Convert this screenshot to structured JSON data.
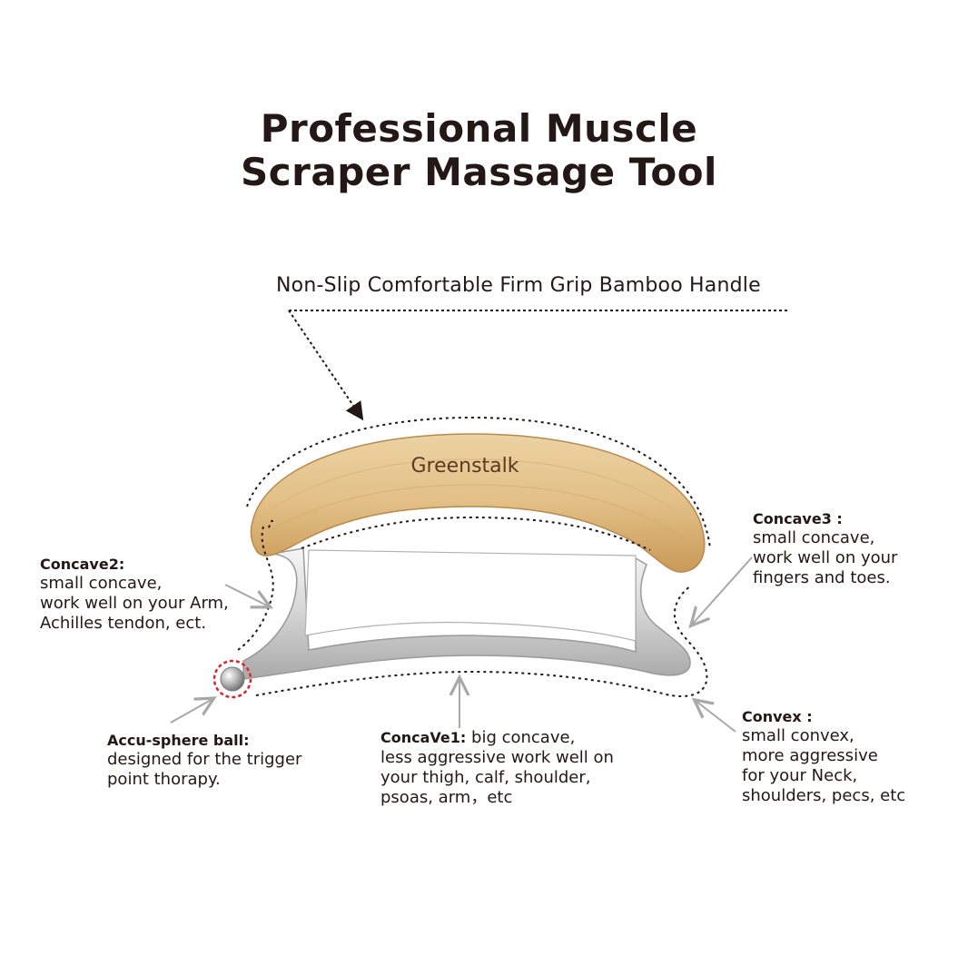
{
  "title": {
    "line1": "Professional Muscle",
    "line2": "Scraper Massage Tool"
  },
  "handle_label": "Non-Slip Comfortable Firm Grip Bamboo Handle",
  "brand": "Greenstalk",
  "callouts": {
    "concave2": {
      "head": "Concave2:",
      "lines": [
        "small concave,",
        "work well on your Arm,",
        "Achilles tendon, ect."
      ]
    },
    "concave3": {
      "head": "Concave3 :",
      "lines": [
        "small concave,",
        "work well on your",
        "fingers and toes."
      ]
    },
    "accu_sphere": {
      "head": "Accu-sphere ball:",
      "lines": [
        "designed for the trigger",
        "point thorapy."
      ]
    },
    "concave1": {
      "head": "ConcaVe1:",
      "first": " big concave,",
      "lines": [
        "less aggressive work well on",
        "your thigh, calf, shoulder,",
        "psoas, arm，etc"
      ]
    },
    "convex": {
      "head": "Convex :",
      "lines": [
        "small convex,",
        "more aggressive",
        "for your Neck,",
        "shoulders, pecs, etc"
      ]
    }
  },
  "colors": {
    "text": "#231815",
    "bamboo": "#e2bf86",
    "bamboo_dark": "#c99a58",
    "steel": "#c9c9c9",
    "steel_light": "#f4f4f4",
    "ball_ring": "#d7262c"
  }
}
